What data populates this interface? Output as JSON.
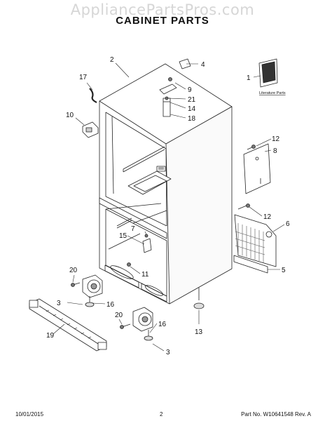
{
  "watermark": "AppliancePartsPros.com",
  "title": "CABINET PARTS",
  "callouts": {
    "c1": "1",
    "c2": "2",
    "c3a": "3",
    "c3b": "3",
    "c4": "4",
    "c5": "5",
    "c6": "6",
    "c7": "7",
    "c8": "8",
    "c9": "9",
    "c10": "10",
    "c11": "11",
    "c12a": "12",
    "c12b": "12",
    "c13": "13",
    "c14": "14",
    "c15": "15",
    "c16a": "16",
    "c16b": "16",
    "c17": "17",
    "c18": "18",
    "c19": "19",
    "c20a": "20",
    "c20b": "20",
    "c21": "21"
  },
  "literature_label": "Literature Parts",
  "footer": {
    "date": "10/01/2015",
    "page": "2",
    "part_no": "Part No. W10641548  Rev. A"
  }
}
